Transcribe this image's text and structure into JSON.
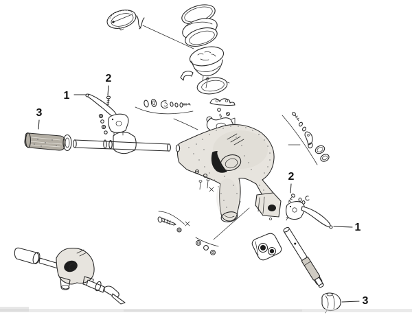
{
  "figure": {
    "type": "exploded-parts-diagram",
    "subject": "scooter handlebar assembly line drawing",
    "background": "#ffffff",
    "ink_color": "#2a2a2a",
    "shade_color": "#e7e4de",
    "dark_color": "#1d1d1d",
    "artifact_color": "#d8d8d8"
  },
  "callouts": [
    {
      "id": "callout-1-left",
      "label": "1",
      "points_to": "brake-lever-left"
    },
    {
      "id": "callout-2-left",
      "label": "2",
      "points_to": "lever-screw-left"
    },
    {
      "id": "callout-3-left",
      "label": "3",
      "points_to": "handlebar-grip-left"
    },
    {
      "id": "callout-2-right",
      "label": "2",
      "points_to": "lever-screw-right"
    },
    {
      "id": "callout-1-right",
      "label": "1",
      "points_to": "brake-lever-right"
    },
    {
      "id": "callout-3-right",
      "label": "3",
      "points_to": "grip-end-right"
    }
  ],
  "parts": [
    "speedometer-dial-face",
    "speedometer-bezel-ring",
    "speedometer-glass",
    "speedometer-rim-ring",
    "speedometer-body",
    "speedometer-bracket-clip",
    "speedometer-clamp-ring",
    "fasteners-row",
    "switch-plate",
    "switch-fasteners",
    "lever-mount-bracket-top",
    "headset-housing",
    "handlebar-clamp-end",
    "housing-screws",
    "parts-line-right",
    "lever-screw-right",
    "lever-washers-right",
    "brake-lever-right",
    "throttle-tube",
    "grip-end-right",
    "gear-selector-block",
    "nuts-group-bottom",
    "cable-adjuster-screw",
    "washers-column-left",
    "brake-lever-left",
    "lever-screw-left",
    "handlebar-grip-left",
    "handlebar-tube-left",
    "assembled-handlebar-inset",
    "scan-artifact-band"
  ]
}
